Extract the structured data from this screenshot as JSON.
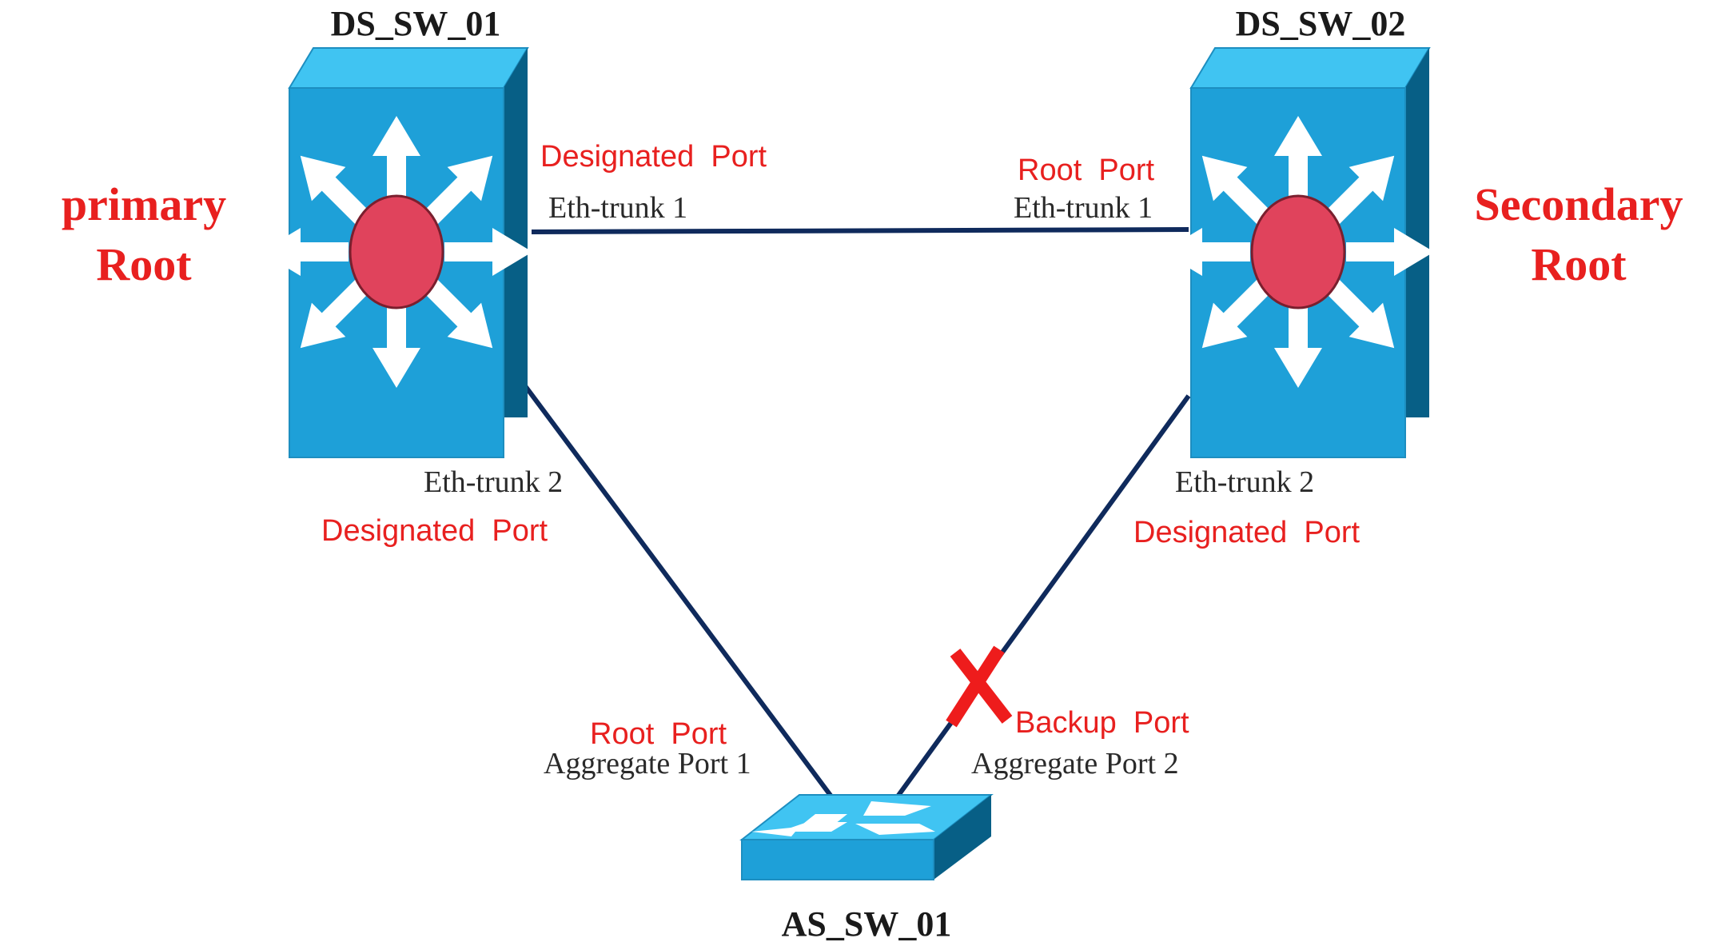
{
  "switches": {
    "ds_sw_01": {
      "name": "DS_SW_01",
      "role_line1": "primary",
      "role_line2": "Root"
    },
    "ds_sw_02": {
      "name": "DS_SW_02",
      "role_line1": "Secondary",
      "role_line2": "Root"
    },
    "as_sw_01": {
      "name": "AS_SW_01"
    }
  },
  "links": {
    "top": {
      "left_role": "Designated  Port",
      "left_port": "Eth-trunk 1",
      "right_role": "Root  Port",
      "right_port": "Eth-trunk 1"
    },
    "left": {
      "top_port": "Eth-trunk 2",
      "top_role": "Designated  Port",
      "bottom_role": "Root  Port",
      "bottom_port": "Aggregate Port 1"
    },
    "right": {
      "top_port": "Eth-trunk 2",
      "top_role": "Designated  Port",
      "bottom_role": "Backup  Port",
      "bottom_port": "Aggregate Port 2",
      "blocked": true
    }
  },
  "colors": {
    "role_text": "#e8201f",
    "link": "#0f2a5c",
    "switch_face": "#1ea0d8",
    "switch_top": "#40c4f2",
    "switch_side": "#075f86",
    "center_dot": "#e0435c",
    "block_mark": "#ee1c1c"
  },
  "icons": {
    "core_switch": "multilayer-switch-icon",
    "access_switch": "workgroup-switch-icon",
    "blocked": "blocked-x-icon"
  }
}
